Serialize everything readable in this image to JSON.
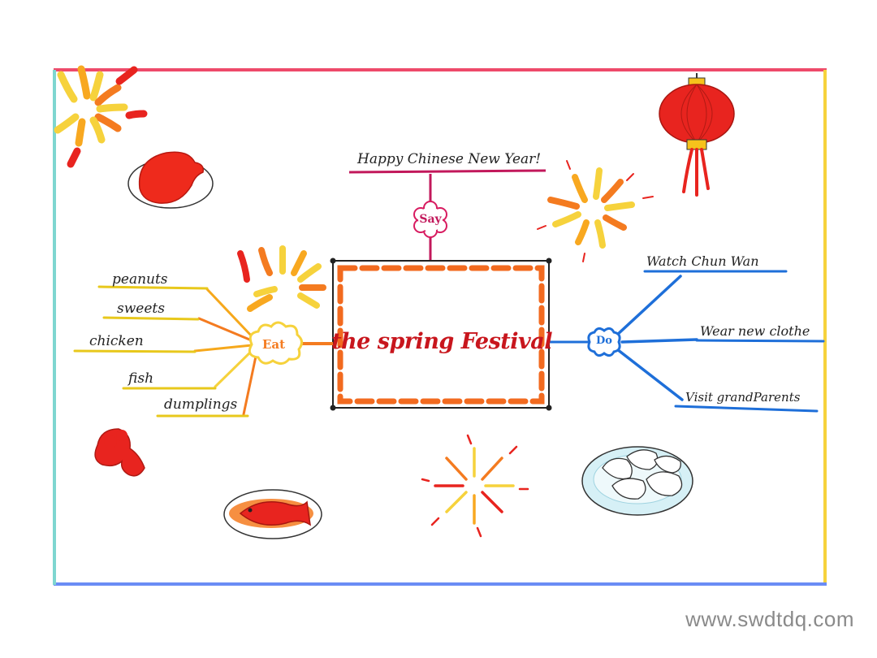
{
  "diagram": {
    "center": "the spring Festival",
    "say": {
      "label": "Say",
      "items": [
        "Happy Chinese New Year!"
      ]
    },
    "eat": {
      "label": "Eat",
      "items": [
        "peanuts",
        "sweets",
        "chicken",
        "fish",
        "dumplings"
      ]
    },
    "do": {
      "label": "Do",
      "items": [
        "Watch Chun Wan",
        "Wear new clothe",
        "Visit grandParents"
      ]
    }
  },
  "watermark": "www.swdtdq.com",
  "colors": {
    "frame_top": "#ee4a6a",
    "frame_right": "#f6d23c",
    "frame_bottom": "#6a8cf5",
    "frame_left": "#7ed6d0",
    "center_text": "#c8161d",
    "box_dash": "#f26a1f",
    "say_line": "#c2185b",
    "eat_line": "#f2d51c",
    "do_line": "#1e6fd9"
  },
  "icons": [
    "fireworks-icon",
    "lantern-icon",
    "roast-chicken-icon",
    "lobster-icon",
    "fish-plate-icon",
    "dumplings-plate-icon"
  ]
}
